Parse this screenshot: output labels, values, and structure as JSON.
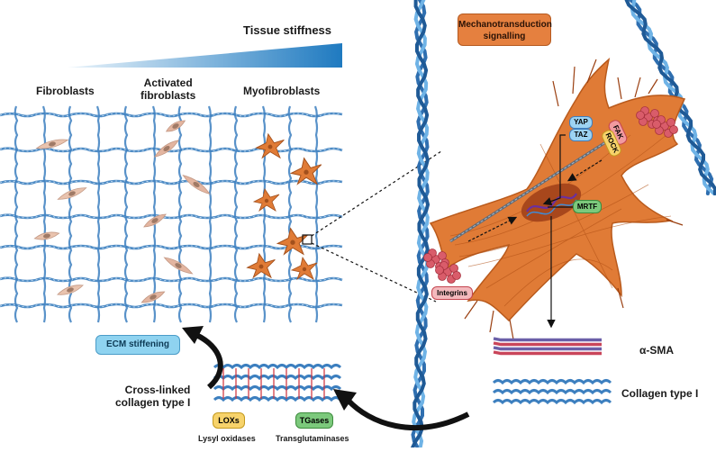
{
  "gradient": {
    "label": "Tissue stiffness",
    "start_color": "#eaf4fb",
    "end_color": "#1f7ac0"
  },
  "cell_stages": [
    "Fibroblasts",
    "Activated\nfibroblasts",
    "Myofibroblasts"
  ],
  "mechanotransduction": {
    "label": "Mechanotransduction\nsignalling",
    "color": "#e5803f"
  },
  "signals": {
    "yap": "YAP",
    "taz": "TAZ",
    "fak": "FAK",
    "rock": "ROCK",
    "mrtf": "MRTF",
    "integrins": "Integrins"
  },
  "ecm": {
    "label": "ECM stiffening",
    "color": "#8fd3f0"
  },
  "products": {
    "asma": "α-SMA",
    "collagen": "Collagen type I"
  },
  "crosslinked": {
    "label": "Cross-linked\ncollagen type I"
  },
  "enzymes": [
    {
      "tag": "LOXs",
      "name": "Lysyl oxidases",
      "color": "#f7d36b"
    },
    {
      "tag": "TGases",
      "name": "Transglutaminases",
      "color": "#7cc97c"
    }
  ],
  "colors": {
    "fiber": "#3c7fbf",
    "fibroblast": "#e9c3ae",
    "myofibroblast": "#e07b36",
    "integrin": "#d95c6a"
  }
}
